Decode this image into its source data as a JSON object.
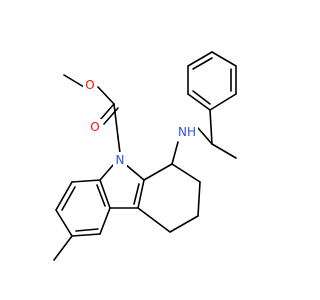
{
  "molecule": {
    "atoms": [
      {
        "id": "o_ether",
        "label": "O",
        "color": "#ff0d0d"
      },
      {
        "id": "o_carbonyl",
        "label": "O",
        "color": "#ff0d0d"
      },
      {
        "id": "n_ring",
        "label": "N",
        "color": "#3050f8"
      },
      {
        "id": "n_amine",
        "label": "NH",
        "color": "#3050f8"
      }
    ]
  }
}
